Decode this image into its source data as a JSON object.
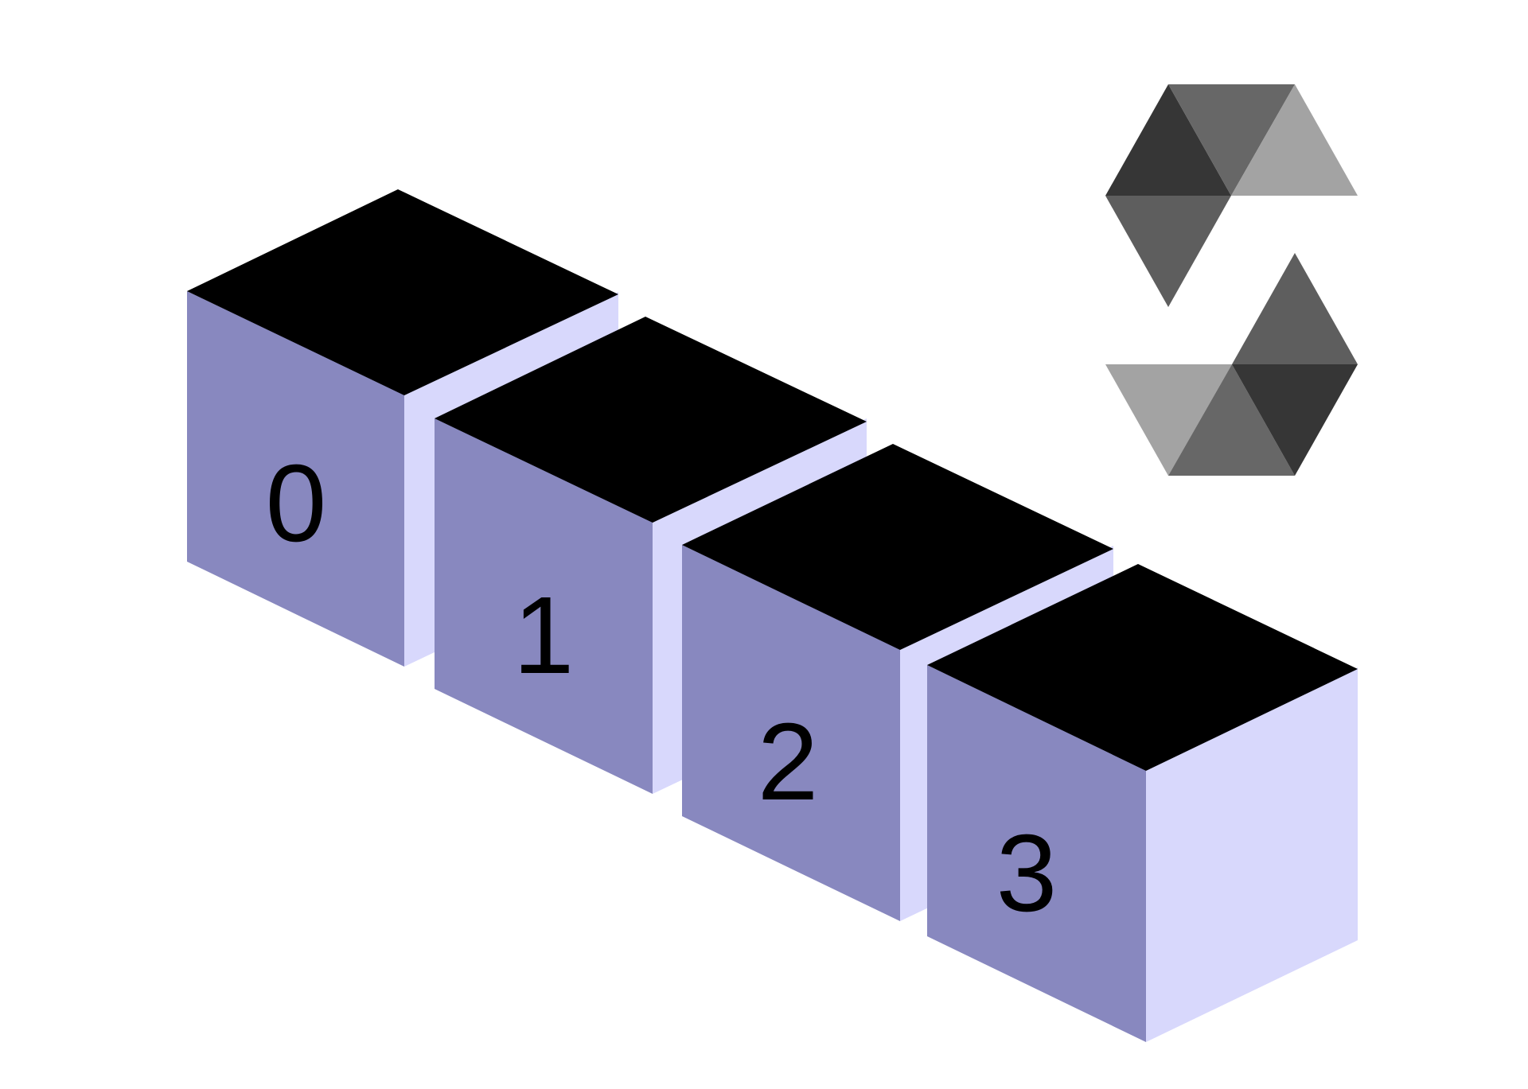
{
  "cubes": [
    {
      "label": "0"
    },
    {
      "label": "1"
    },
    {
      "label": "2"
    },
    {
      "label": "3"
    }
  ],
  "logo": {
    "icon": "solidity-logo-icon"
  },
  "colors": {
    "background": "#ffffff",
    "cube_top": "#000000",
    "cube_front": "#8888bf",
    "cube_side": "#d8d8fc",
    "label": "#000000",
    "logo_light": "#a3a3a3",
    "logo_mid": "#676767",
    "logo_mid2": "#5e5e5e",
    "logo_dark": "#363636"
  }
}
